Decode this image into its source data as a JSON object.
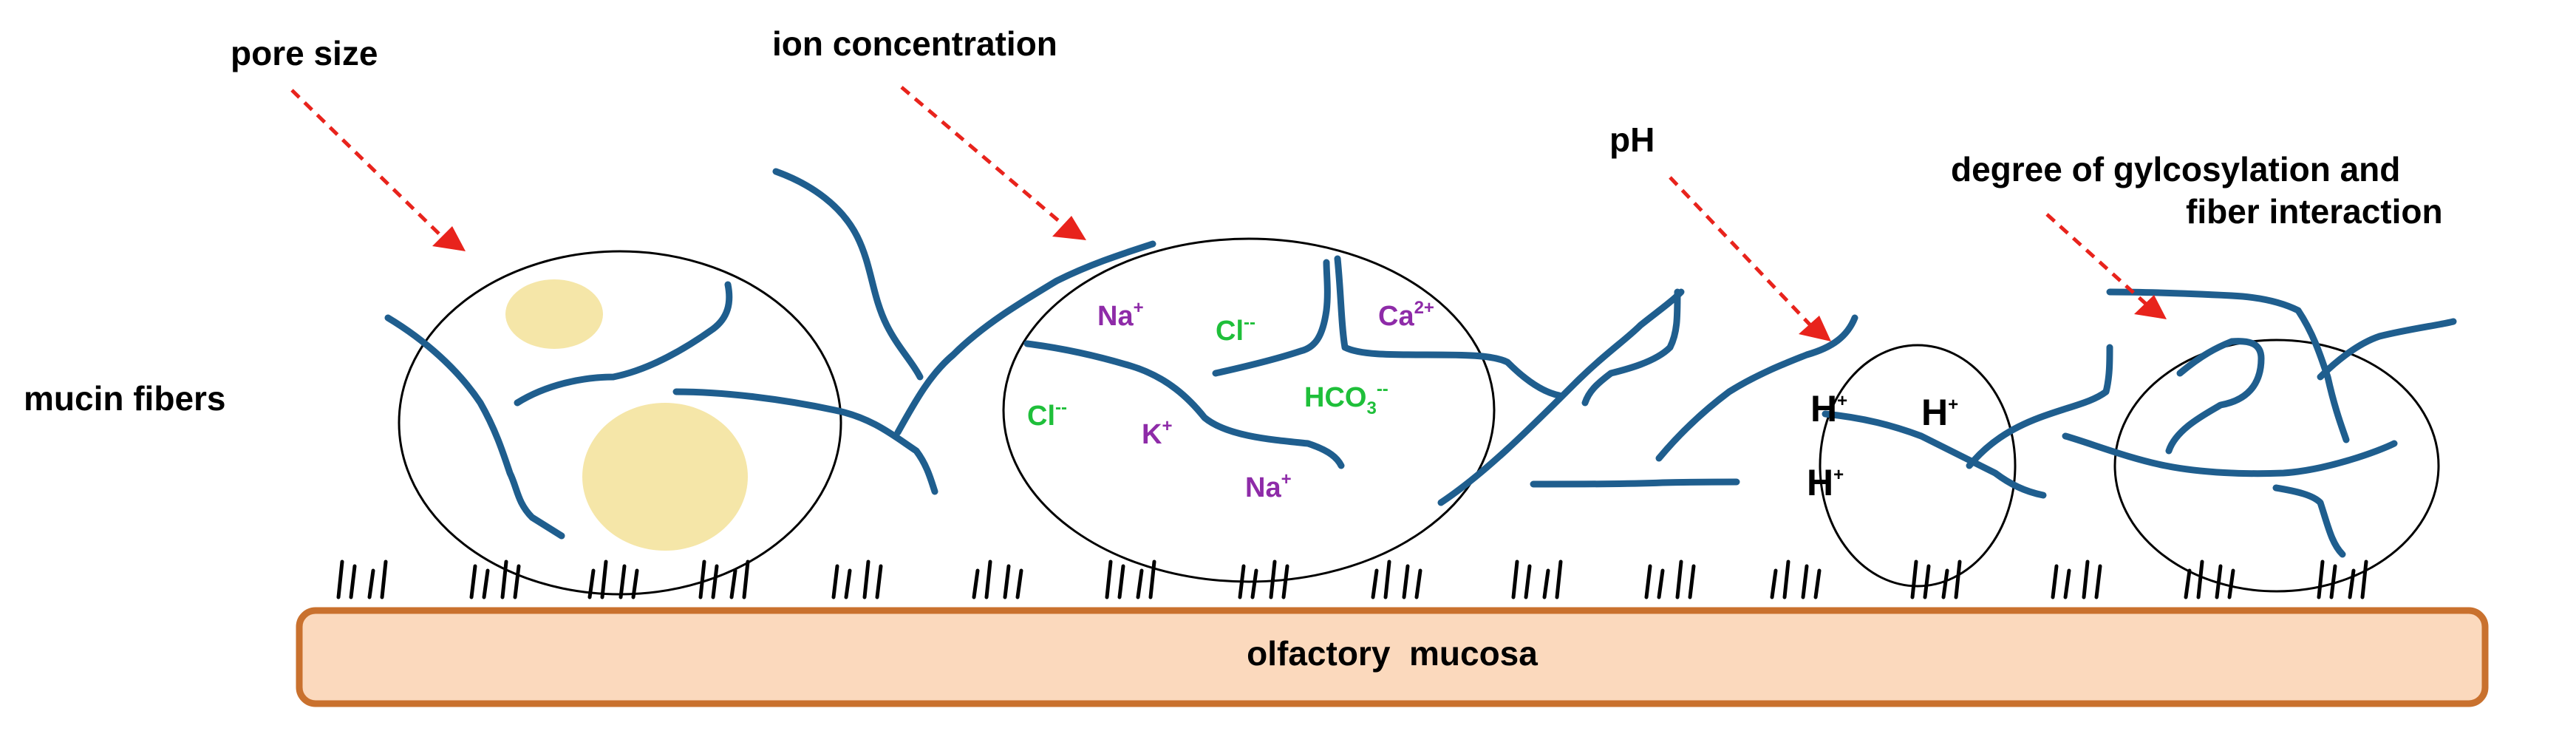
{
  "labels": {
    "pore_size": "pore size",
    "ion_concentration": "ion concentration",
    "ph": "pH",
    "glycosylation_line1": "degree of gylcosylation and",
    "glycosylation_line2": "fiber interaction",
    "mucin_fibers": "mucin fibers",
    "olfactory_mucosa": "olfactory  mucosa"
  },
  "ions": {
    "na1": {
      "base": "Na",
      "sup": "+"
    },
    "cl1": {
      "base": "Cl",
      "sup": "--"
    },
    "ca": {
      "base": "Ca",
      "sup": "2+"
    },
    "cl2": {
      "base": "Cl",
      "sup": "--"
    },
    "hco3_base": "HCO",
    "hco3_sub": "3",
    "hco3_sup": "--",
    "k": {
      "base": "K",
      "sup": "+"
    },
    "na2": {
      "base": "Na",
      "sup": "+"
    },
    "h1": {
      "base": "H",
      "sup": "+"
    },
    "h2": {
      "base": "H",
      "sup": "+"
    },
    "h3": {
      "base": "H",
      "sup": "+"
    }
  },
  "colors": {
    "fiber": "#1f5e8e",
    "arrow": "#e8231c",
    "pore": "#f5e6a8",
    "mucosa_fill": "#fbd9bd",
    "mucosa_border": "#c9712e",
    "cation": "#8e2ba8",
    "anion": "#1fbf3a"
  }
}
